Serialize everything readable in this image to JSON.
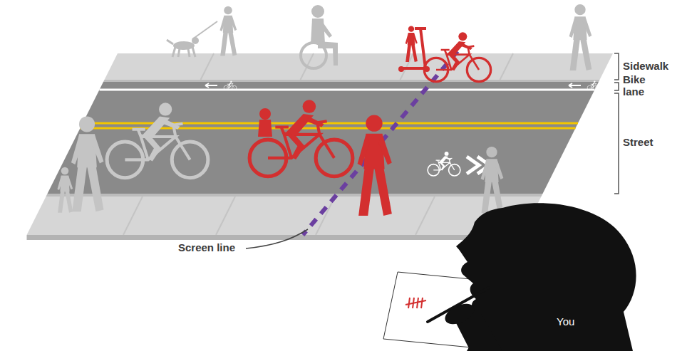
{
  "diagram": {
    "labels": [
      "Sidewalk",
      "Bike lane",
      "Street",
      "Screen line",
      "You"
    ]
  }
}
